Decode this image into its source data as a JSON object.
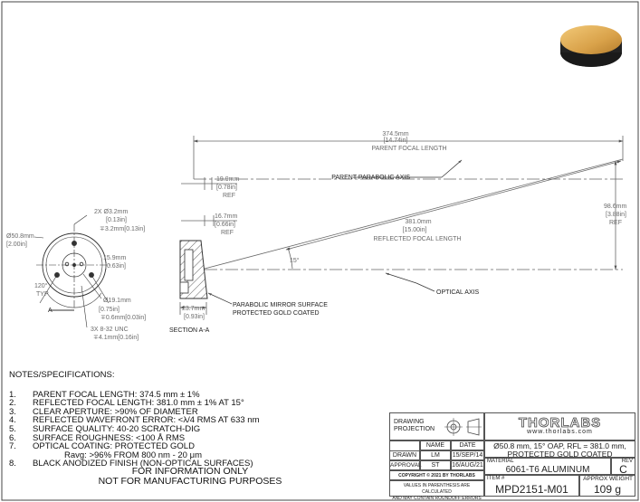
{
  "drawing": {
    "parent_focal_length": {
      "mm": "374.5mm",
      "in": "[14.74in]",
      "label": "PARENT FOCAL LENGTH"
    },
    "parent_parabolic_axis": "PARENT PARABOLIC AXIS",
    "dim_19_9": {
      "mm": "19.9mm",
      "in": "[0.78in]",
      "note": "REF"
    },
    "dim_16_7": {
      "mm": "16.7mm",
      "in": "[0.66in]",
      "note": "REF"
    },
    "reflected_focal_length": {
      "mm": "381.0mm",
      "in": "[15.00in]",
      "label": "REFLECTED FOCAL LENGTH"
    },
    "dim_98_6": {
      "mm": "98.6mm",
      "in": "[3.88in]",
      "note": "REF"
    },
    "angle": "15°",
    "optical_axis": "OPTICAL AXIS",
    "parabolic_surface": [
      "PARABOLIC MIRROR SURFACE",
      "PROTECTED GOLD COATED"
    ],
    "dim_23_7": {
      "mm": "23.7mm",
      "in": "[0.93in]"
    },
    "section_label": "SECTION A-A",
    "front": {
      "holes": {
        "mm": "2X Ø3.2mm",
        "in": "[0.13in]",
        "depth": "∓3.2mm[0.13in]"
      },
      "diameter": {
        "mm": "Ø50.8mm",
        "in": "[2.00in]"
      },
      "dim_15_9": {
        "mm": "15.9mm",
        "in": "[0.63in]"
      },
      "angle": "120°",
      "angle_note": "TYP",
      "bore": {
        "mm": "Ø19.1mm",
        "in": "[0.75in]",
        "depth": "∓0.6mm[0.03in]"
      },
      "tap": {
        "spec": "3X 8-32 UNC",
        "depth": "∓4.1mm[0.16in]"
      },
      "section_marker": "A"
    }
  },
  "notes": {
    "heading": "NOTES/SPECIFICATIONS:",
    "items": [
      {
        "num": "1.",
        "text": "PARENT FOCAL LENGTH: 374.5 mm ± 1%"
      },
      {
        "num": "2.",
        "text": "REFLECTED FOCAL LENGTH: 381.0 mm ± 1% AT 15°"
      },
      {
        "num": "3.",
        "text": "CLEAR APERTURE: >90% OF DIAMETER"
      },
      {
        "num": "4.",
        "text": "REFLECTED WAVEFRONT ERROR: <λ/4 RMS AT 633 nm"
      },
      {
        "num": "5.",
        "text": "SURFACE QUALITY: 40-20 SCRATCH-DIG"
      },
      {
        "num": "6.",
        "text": "SURFACE ROUGHNESS: <100 Å RMS"
      },
      {
        "num": "7.",
        "text": "OPTICAL COATING: PROTECTED GOLD"
      }
    ],
    "item7_sub": "Ravg: >96% FROM 800 nm - 20 μm",
    "item8": {
      "num": "8.",
      "text": "BLACK ANODIZED FINISH (NON-OPTICAL SURFACES)"
    },
    "disclaimer": [
      "FOR INFORMATION ONLY",
      "NOT FOR MANUFACTURING PURPOSES"
    ]
  },
  "title_block": {
    "drawing_projection": [
      "DRAWING",
      "PROJECTION"
    ],
    "col_name": "NAME",
    "col_date": "DATE",
    "drawn": {
      "label": "DRAWN",
      "name": "LM",
      "date": "15/SEP/14"
    },
    "approval": {
      "label": "APPROVAL",
      "name": "ST",
      "date": "16/AUG/21"
    },
    "copyright": "COPYRIGHT © 2021 BY THORLABS",
    "values_note": [
      "VALUES IN PARENTHESIS ARE CALCULATED",
      "AND MAY CONTAIN ROUNDOFF ERRORS"
    ],
    "logo": "THORLABS",
    "website": "www.thorlabs.com",
    "description": [
      "Ø50.8 mm, 15° OAP, RFL = 381.0 mm,",
      "PROTECTED GOLD COATED"
    ],
    "material_label": "MATERIAL",
    "material": "6061-T6 ALUMINUM",
    "rev_label": "REV",
    "rev": "C",
    "item_label": "ITEM #",
    "item": "MPD2151-M01",
    "weight_label": "APPROX WEIGHT",
    "weight": "109 g"
  },
  "colors": {
    "gold": "#d9a24a",
    "line": "#666666",
    "frame": "#444444"
  }
}
